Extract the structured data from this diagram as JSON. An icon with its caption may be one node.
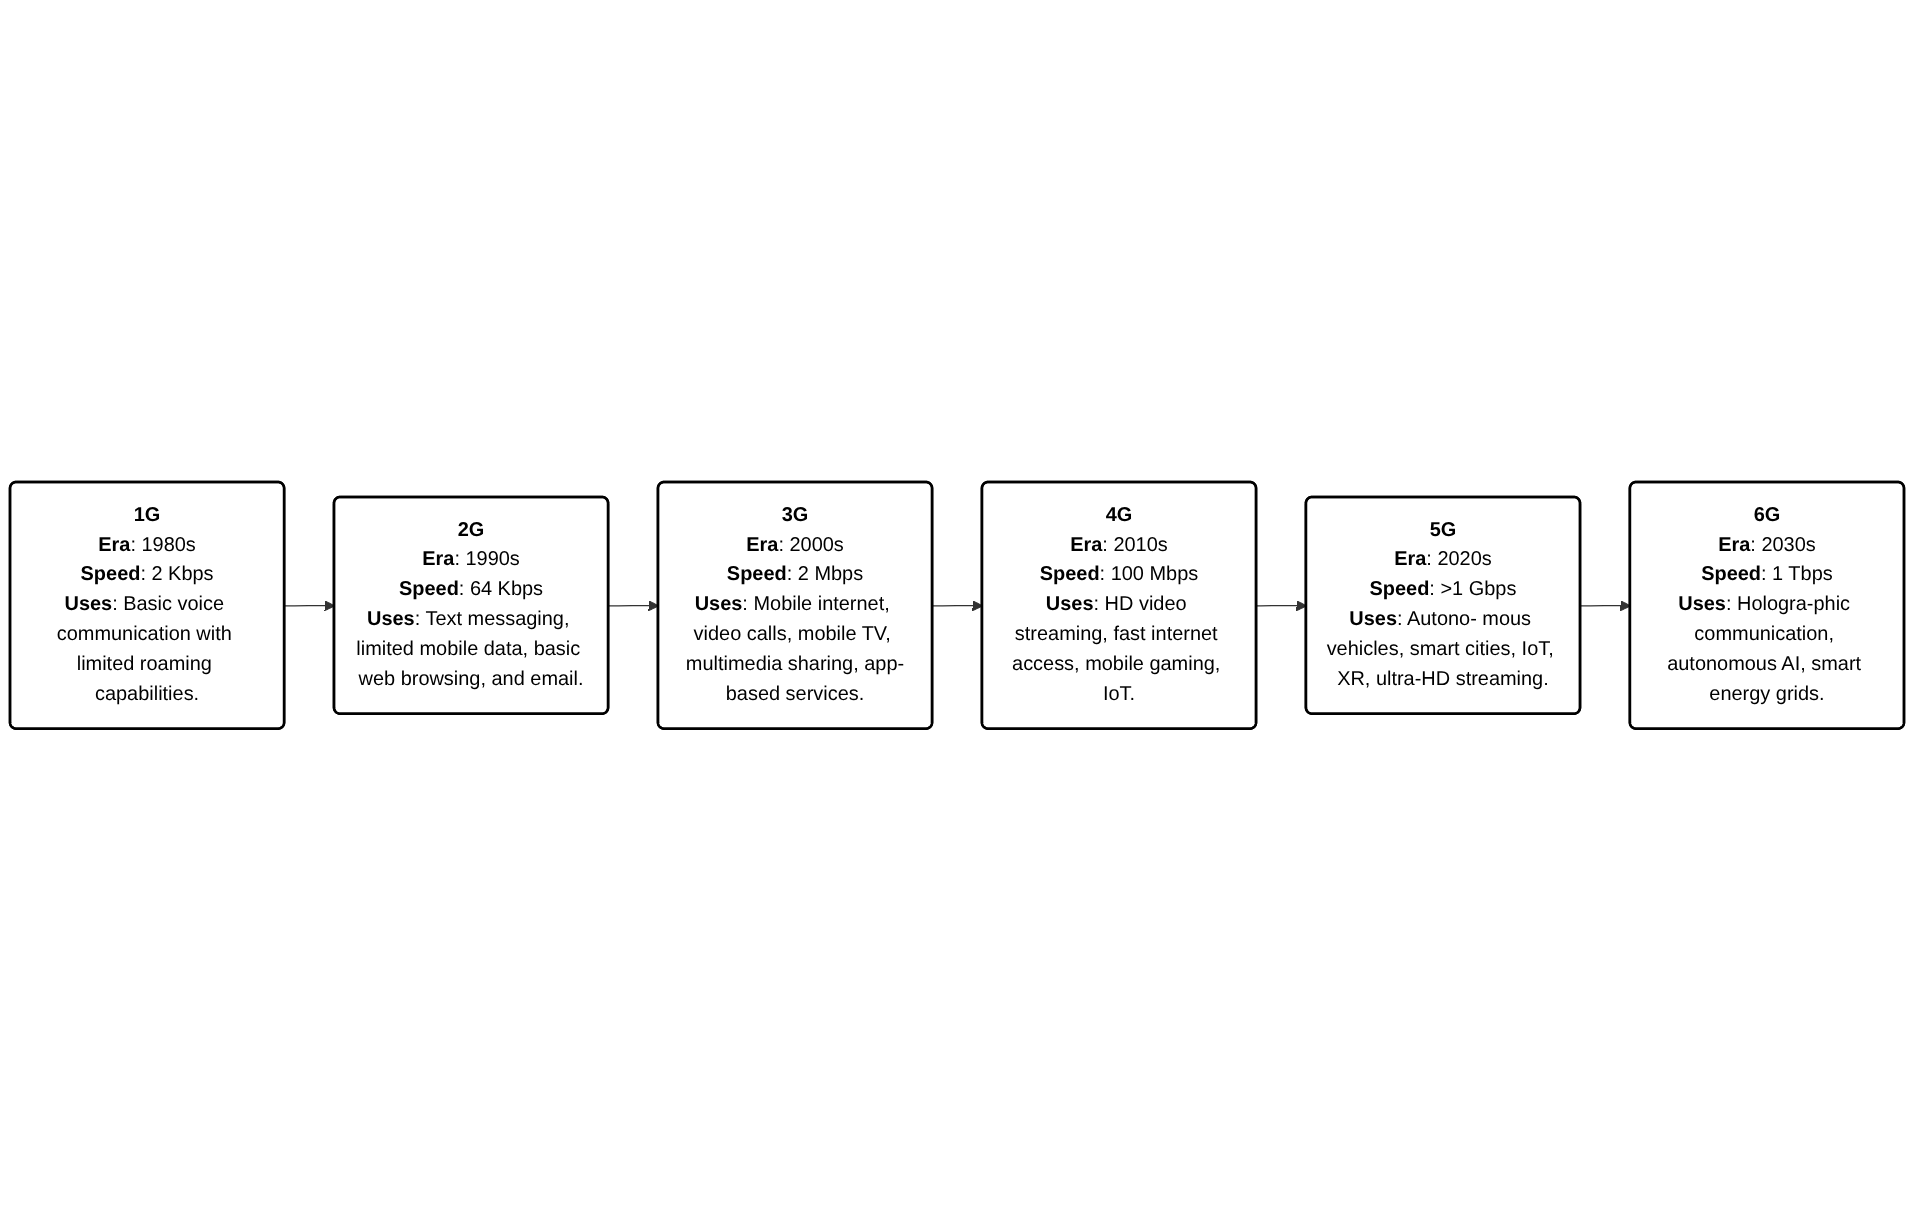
{
  "diagram": {
    "nodes": [
      {
        "text": [
          "1G",
          "**Era**: 1980s",
          "**Speed**: 2 Kbps",
          "**Uses**: Basic voice communication with limited roaming capabilities."
        ]
      },
      {
        "text": [
          "2G",
          "**Era**: 1990s",
          "**Speed**: 64 Kbps",
          "**Uses**: Text messaging, limited mobile data, basic web browsing, and email."
        ]
      },
      {
        "text": [
          "3G",
          "**Era**: 2000s",
          "**Speed**: 2 Mbps",
          "**Uses**: Mobile internet, video calls, mobile TV, multimedia sharing, app-based services."
        ]
      },
      {
        "text": [
          "4G",
          "**Era**: 2010s",
          "**Speed**: 100 Mbps",
          "**Uses**: HD video streaming, fast internet access, mobile gaming, IoT."
        ]
      },
      {
        "text": [
          "5G",
          "**Era**: 2020s",
          "**Speed**: >1 Gbps",
          "**Uses**: Autono- mous vehicles, smart cities, IoT, XR, ultra-HD streaming."
        ]
      },
      {
        "text": [
          "6G",
          "**Era**: 2030s",
          "**Speed**: 1 Tbps",
          "**Uses**: Hologra-phic communication, autonomous AI, smart energy grids."
        ]
      }
    ],
    "edges": [
      {
        "from": 0,
        "to": 1,
        "arrow": "to"
      },
      {
        "from": 1,
        "to": 2,
        "arrow": "to"
      },
      {
        "from": 2,
        "to": 3,
        "arrow": "to"
      },
      {
        "from": 3,
        "to": 4,
        "arrow": "to"
      },
      {
        "from": 4,
        "to": 5,
        "arrow": "to"
      }
    ]
  }
}
